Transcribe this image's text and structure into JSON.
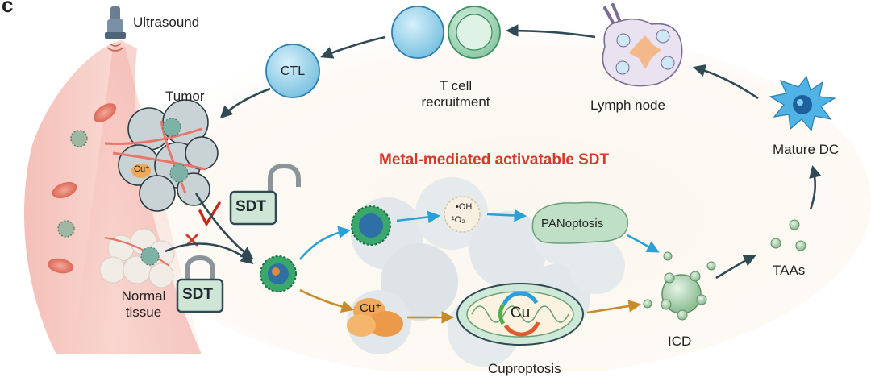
{
  "panel_letter": "c",
  "title": "Metal-mediated activatable SDT",
  "labels": {
    "ultrasound": "Ultrasound",
    "tumor": "Tumor",
    "normal_tissue": "Normal\ntissue",
    "ctl": "CTL",
    "t_cell_recruitment": "T cell\nrecruitment",
    "lymph_node": "Lymph node",
    "mature_dc": "Mature DC",
    "taas": "TAAs",
    "icd": "ICD",
    "panoptosis": "PANoptosis",
    "oh": "•OH",
    "o2": "¹O₂",
    "cu_plus": "Cu⁺",
    "cu_plus_tumor": "Cu⁺",
    "cu_mito": "Cu",
    "sdt_top": "SDT",
    "sdt_bottom": "SDT",
    "cuproptosis_partial": "Cuproptosis"
  },
  "colors": {
    "title_red": "#d13a2a",
    "arrow_dark": "#2f4a55",
    "arrow_blue": "#2aa0d8",
    "arrow_orange": "#c98a2a",
    "check_red": "#c8281e",
    "cross_red": "#d23a2a"
  },
  "icons": [
    "ultrasound-probe-icon",
    "tumor-icon",
    "blood-vessel-icon",
    "nanoparticle-icon",
    "lock-closed-icon",
    "lock-open-icon",
    "mitochondrion-icon",
    "lymph-node-icon",
    "dendritic-cell-icon",
    "t-cell-icon",
    "ctl-icon"
  ]
}
